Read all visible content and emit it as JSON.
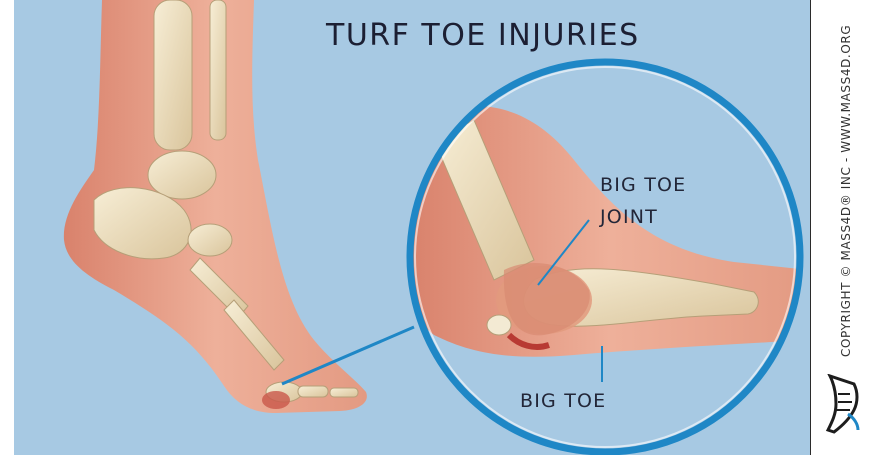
{
  "title": "TURF TOE INJURIES",
  "labels": {
    "big_toe_joint_line1": "BIG TOE",
    "big_toe_joint_line2": "JOINT",
    "big_toe": "BIG TOE"
  },
  "copyright": "COPYRIGHT © MASS4D® INC  -  WWW.MASS4D.ORG",
  "colors": {
    "background": "#a7c9e3",
    "circle_border": "#1f87c6",
    "skin": "#e8a48c",
    "bone": "#efe2c4",
    "text": "#1c1f33"
  },
  "icons": {
    "logo": "foot-logo-icon",
    "magnifier": "zoom-circle"
  }
}
